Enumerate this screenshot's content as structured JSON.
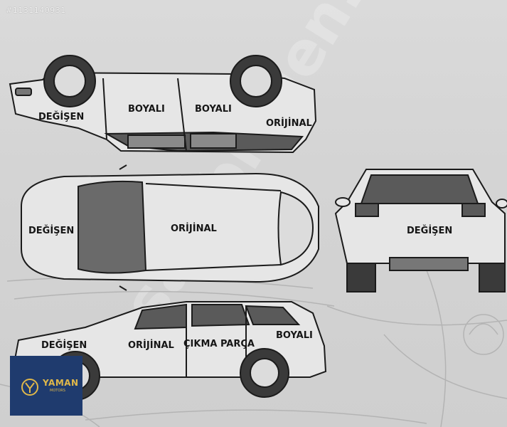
{
  "listing_id": "#1131140931",
  "watermark": "sahibinden.com",
  "labels": {
    "side_top": [
      "DEĞİŞEN",
      "BOYALI",
      "BOYALI",
      "ORİJİNAL"
    ],
    "top_view": [
      "DEĞİŞEN",
      "ORİJİNAL"
    ],
    "rear_view": [
      "DEĞİŞEN"
    ],
    "side_bottom": [
      "DEĞİŞEN",
      "ORİJİNAL",
      "ÇIKMA PARÇA",
      "BOYALI"
    ]
  },
  "dealer_logo": {
    "name": "YAMAN",
    "subtitle": "MOTORS",
    "bg_color": "#1f3b6e",
    "text_color": "#e0b84a"
  }
}
